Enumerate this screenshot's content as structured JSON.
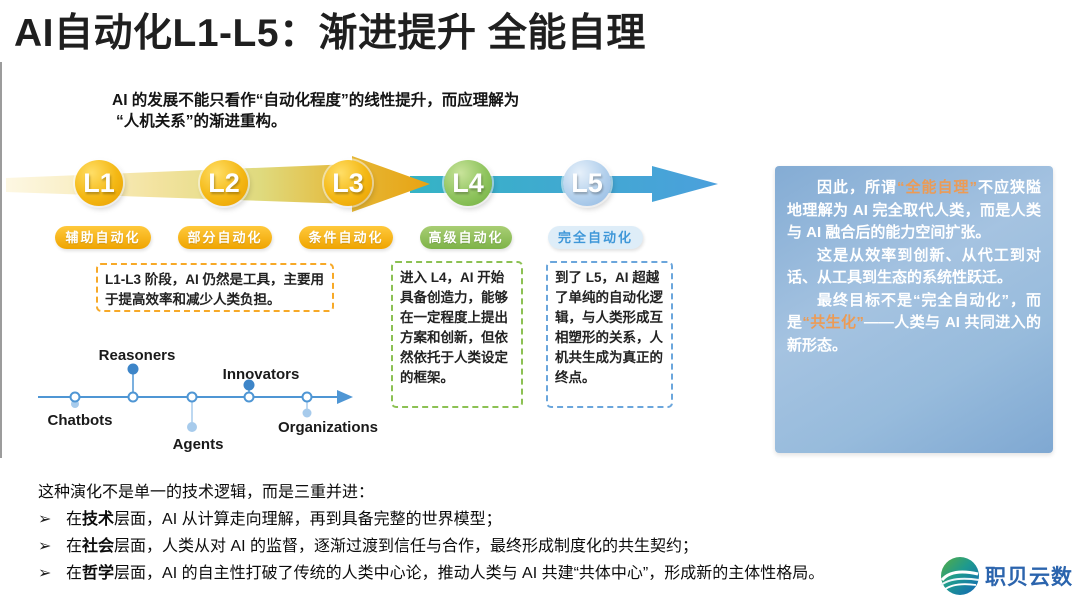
{
  "title": "AI自动化L1-L5：渐进提升 全能自理",
  "intro": {
    "line1": "AI 的发展不能只看作“自动化程度”的线性提升，而应理解为",
    "line2": "“人机关系”的渐进重构。"
  },
  "levels": [
    {
      "id": "L1",
      "label": "辅助自动化",
      "circle_color": "#F4B814",
      "pill_color": "#F2A900"
    },
    {
      "id": "L2",
      "label": "部分自动化",
      "circle_color": "#F4B814",
      "pill_color": "#F2A900"
    },
    {
      "id": "L3",
      "label": "条件自动化",
      "circle_color": "#F4B814",
      "pill_color": "#F2A900"
    },
    {
      "id": "L4",
      "label": "高级自动化",
      "circle_color": "#8FC45E",
      "pill_color": "#7DB348"
    },
    {
      "id": "L5",
      "label": "完全自动化",
      "circle_color": "#B3D0EC",
      "pill_color": "#DEEDF8"
    }
  ],
  "arrow_colors": {
    "start": "#FDF6DE",
    "mid": "#DFDA7E",
    "gold": "#E8A312",
    "teal": "#35B3C5",
    "blue": "#4BA0DC"
  },
  "callouts": [
    {
      "text": "L1-L3 阶段，AI 仍然是工具，主要用于提高效率和减少人类负担。",
      "border_color": "#F7A928"
    },
    {
      "text": "进入 L4，AI 开始具备创造力，能够在一定程度上提出方案和创新，但依然依托于人类设定的框架。",
      "border_color": "#8CC153"
    },
    {
      "text": "到了 L5，AI 超越了单纯的自动化逻辑，与人类形成互相塑形的关系，人机共生成为真正的终点。",
      "border_color": "#6BA6DC"
    }
  ],
  "timeline": {
    "stages": [
      "Chatbots",
      "Reasoners",
      "Agents",
      "Innovators",
      "Organizations"
    ],
    "line_color": "#4F96D4",
    "dark_dot_color": "#3D85C8",
    "light_dot_color": "#A7CBEC"
  },
  "side_panel": {
    "bg_color": "#8FB5DC",
    "highlight_color": "#EC9B55",
    "p1_pre": "因此，所谓",
    "p1_hl": "“全能自理”",
    "p1_post": "不应狭隘地理解为 AI 完全取代人类，而是人类与 AI 融合后的能力空间扩张。",
    "p2": "这是从效率到创新、从代工到对话、从工具到生态的系统性跃迁。",
    "p3_pre": "最终目标不是“完全自动化”，而是",
    "p3_hl": "“共生化”",
    "p3_post": "——人类与 AI 共同进入的新形态。"
  },
  "footer": {
    "lead": "这种演化不是单一的技术逻辑，而是三重并进：",
    "bullets": [
      {
        "marker": "➢",
        "pre": "在",
        "bold": "技术",
        "post": "层面，AI 从计算走向理解，再到具备完整的世界模型；"
      },
      {
        "marker": "➢",
        "pre": "在",
        "bold": "社会",
        "post": "层面，人类从对 AI 的监督，逐渐过渡到信任与合作，最终形成制度化的共生契约；"
      },
      {
        "marker": "➢",
        "pre": "在",
        "bold": "哲学",
        "post": "层面，AI 的自主性打破了传统的人类中心论，推动人类与 AI 共建“共体中心”，形成新的主体性格局。"
      }
    ]
  },
  "logo": {
    "text": "职贝云数",
    "text_color": "#2B64AD"
  }
}
